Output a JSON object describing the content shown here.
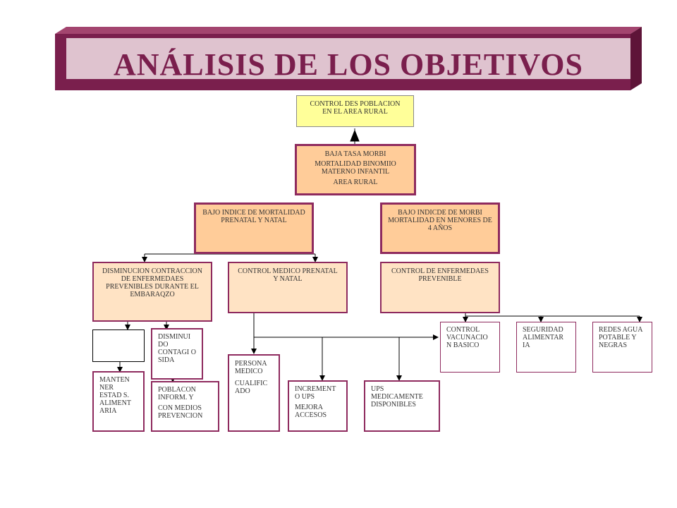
{
  "title": "ANÁLISIS DE LOS OBJETIVOS",
  "colors": {
    "banner_frame": "#7a1f4d",
    "banner_fill": "#dfc3cf",
    "accent_border": "#8e2a5e",
    "goal_fill": "#ffff99",
    "purpose_fill": "#ffcc99",
    "result_fill": "#ffe3c4"
  },
  "nodes": {
    "goal": {
      "lines": [
        "CONTROL DES POBLACION",
        "EN EL AREA RURAL"
      ]
    },
    "purpose": {
      "lines": [
        "BAJA TASA MORBI",
        "MORTALIDAD BINOMIIO MATERNO INFANTIL",
        "AREA RURAL"
      ]
    },
    "result_left": {
      "lines": [
        "BAJO INDICE DE MORTALIDAD PRENATAL Y NATAL"
      ]
    },
    "result_right": {
      "lines": [
        "BAJO INDICDE DE MORBI MORTALIDAD EN MENORES DE 4 AÑOS"
      ]
    },
    "disminucion": {
      "lines": [
        "DISMINUCION CONTRACCION DE ENFERMEDAES PREVENIBLES DURANTE EL EMBARAQZO"
      ]
    },
    "control_medico": {
      "lines": [
        "CONTROL MEDICO PRENATAL Y NATAL"
      ]
    },
    "control_enfermedades": {
      "lines": [
        "CONTROL DE ENFERMEDAES PREVENIBLE"
      ]
    },
    "blank_box": {
      "lines": []
    },
    "disminuido_sida": {
      "lines": [
        "DISMINUI DO CONTAGI O SIDA"
      ]
    },
    "mantener": {
      "lines": [
        "MANTEN NER ESTAD S. ALIMENT ARIA"
      ]
    },
    "poblacion": {
      "lines": [
        "POBLACON INFORM. Y",
        "CON MEDIOS PREVENCION"
      ]
    },
    "persona": {
      "lines": [
        "PERSONA MEDICO",
        "CUALIFIC ADO"
      ]
    },
    "incremento": {
      "lines": [
        "INCREMENT O UPS",
        "MEJORA ACCESOS"
      ]
    },
    "ups": {
      "lines": [
        "UPS MEDICAMENTE DISPONIBLES"
      ]
    },
    "vacunacion": {
      "lines": [
        "CONTROL VACUNACIO N BASICO"
      ]
    },
    "seguridad": {
      "lines": [
        "SEGURIDAD ALIMENTAR IA"
      ]
    },
    "redes": {
      "lines": [
        "REDES AGUA POTABLE Y NEGRAS"
      ]
    }
  }
}
